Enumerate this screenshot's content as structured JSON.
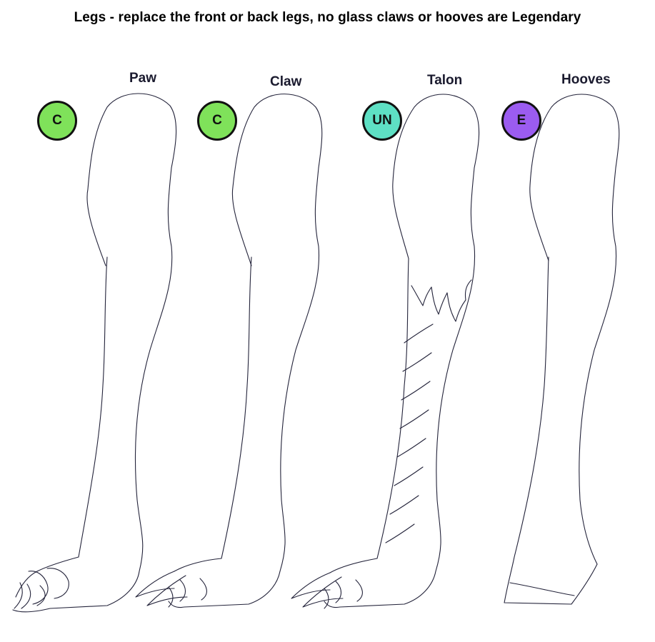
{
  "header": {
    "title": "Legs - replace the front or back legs, no glass claws or hooves are Legendary"
  },
  "legs": [
    {
      "label": "Paw",
      "badge": "C",
      "badge_color": "#7fe25a"
    },
    {
      "label": "Claw",
      "badge": "C",
      "badge_color": "#7fe25a"
    },
    {
      "label": "Talon",
      "badge": "UN",
      "badge_color": "#5ee0c4"
    },
    {
      "label": "Hooves",
      "badge": "E",
      "badge_color": "#9b5cf0"
    }
  ]
}
